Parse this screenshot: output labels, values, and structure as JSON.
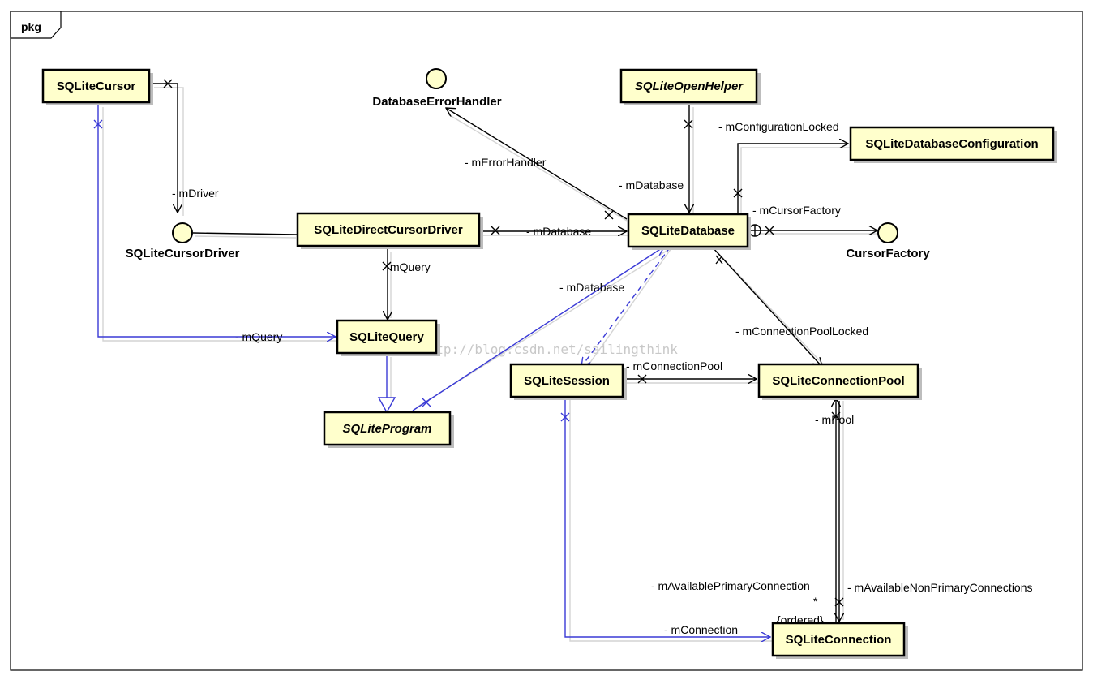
{
  "frame": {
    "label": "pkg"
  },
  "watermark": "http://blog.csdn.net/sailingthink",
  "colors": {
    "class_fill": "#ffffcc",
    "black_edge": "#000000",
    "blue_edge": "#3a3ad6"
  },
  "classes": {
    "sqlite_cursor": "SQLiteCursor",
    "sqlite_open_helper": "SQLiteOpenHelper",
    "sqlite_database_configuration": "SQLiteDatabaseConfiguration",
    "sqlite_direct_cursor_driver": "SQLiteDirectCursorDriver",
    "sqlite_database": "SQLiteDatabase",
    "sqlite_query": "SQLiteQuery",
    "sqlite_program": "SQLiteProgram",
    "sqlite_session": "SQLiteSession",
    "sqlite_connection_pool": "SQLiteConnectionPool",
    "sqlite_connection": "SQLiteConnection"
  },
  "interfaces": {
    "database_error_handler": "DatabaseErrorHandler",
    "sqlite_cursor_driver": "SQLiteCursorDriver",
    "cursor_factory": "CursorFactory"
  },
  "edge_labels": {
    "m_driver": "- mDriver",
    "m_error_handler": "- mErrorHandler",
    "m_database_helper": "- mDatabase",
    "m_configuration_locked": "- mConfigurationLocked",
    "m_cursor_factory": "- mCursorFactory",
    "m_database_driver": "- mDatabase",
    "m_query_driver": "mQuery",
    "m_query_cursor": "- mQuery",
    "m_database_program": "- mDatabase",
    "m_connection_pool_locked": "- mConnectionPoolLocked",
    "m_connection_pool": "- mConnectionPool",
    "m_pool": "- mPool",
    "m_available_primary_connection": "- mAvailablePrimaryConnection",
    "m_available_non_primary_connections": "- mAvailableNonPrimaryConnections",
    "m_connection": "- mConnection",
    "multiplicity_star": "*",
    "ordered": "{ordered}"
  }
}
